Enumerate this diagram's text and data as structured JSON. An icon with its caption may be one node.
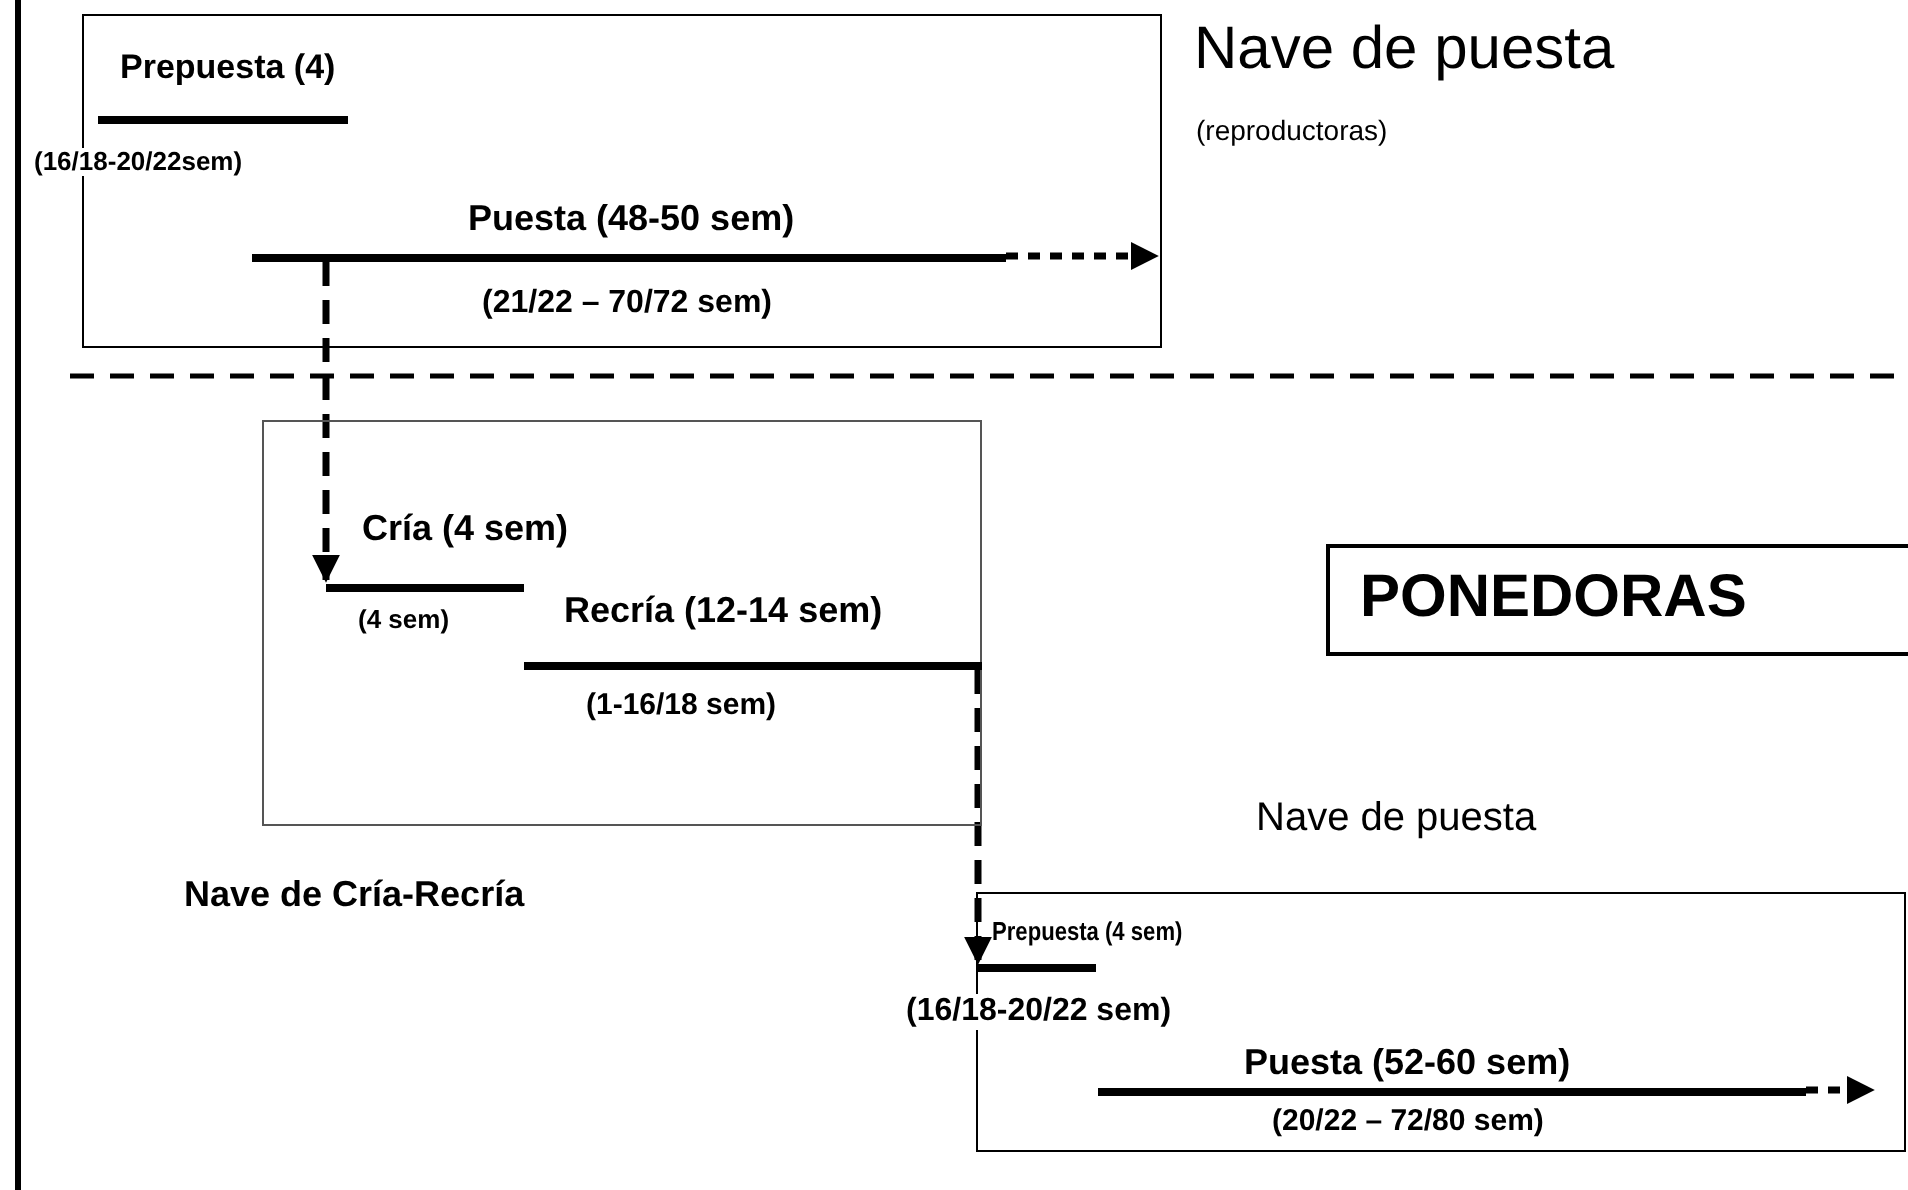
{
  "diagram": {
    "nodes": [
      {
        "text": [
          "Nave de puesta",
          "(reproductoras)"
        ]
      },
      {
        "text": [
          "Prepuesta (4)",
          "(16/18-20/22sem)"
        ]
      },
      {
        "text": [
          "Puesta (48-50 sem)",
          "(21/22 – 70/72 sem)"
        ],
        "in": 0
      },
      {
        "text": [
          "Nave de Cría-Recría"
        ]
      },
      {
        "text": [
          "Cría (4 sem)",
          "(4 sem)"
        ],
        "in": 3
      },
      {
        "text": [
          "Recría (12-14 sem)",
          "(1-16/18 sem)"
        ],
        "in": 3
      },
      {
        "text": [
          "PONEDORAS"
        ]
      },
      {
        "text": [
          "Nave de puesta"
        ]
      },
      {
        "text": [
          "Prepuesta (4 sem)",
          "(16/18-20/22 sem)"
        ]
      },
      {
        "text": [
          "Puesta (52-60 sem)",
          "(20/22 – 72/80 sem)"
        ],
        "in": 7
      }
    ],
    "edges": [
      {
        "from": 2,
        "to": 4,
        "arrow": "to",
        "style": "dashed"
      },
      {
        "from": 5,
        "to": 8,
        "arrow": "to",
        "style": "dashed"
      },
      {
        "from": 2,
        "to": null,
        "arrow": "to",
        "style": "dashed"
      },
      {
        "from": 9,
        "to": null,
        "arrow": "to",
        "style": "dashed"
      }
    ]
  }
}
